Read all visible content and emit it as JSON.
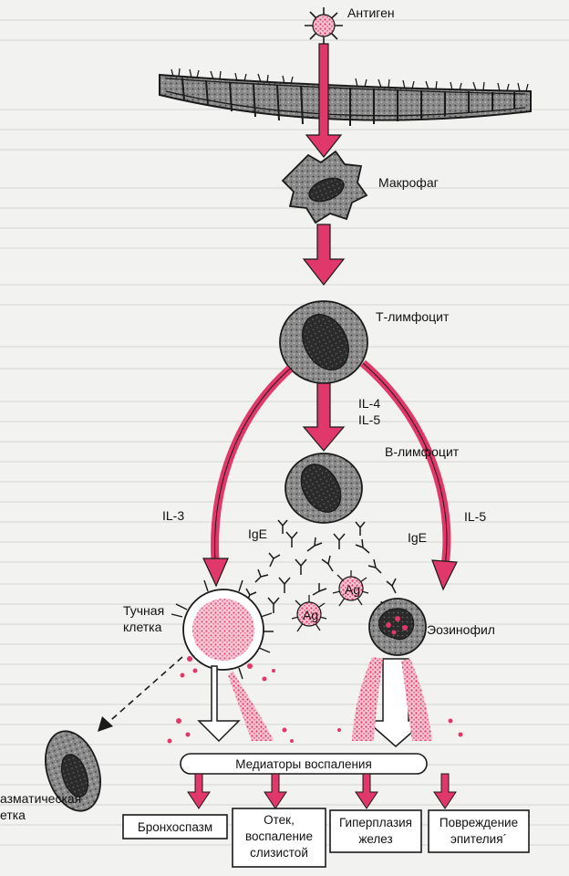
{
  "labels": {
    "antigen": "Антиген",
    "macrophage": "Макрофаг",
    "t_lymphocyte": "Т-лимфоцит",
    "il4": "IL-4",
    "il5_mid": "IL-5",
    "b_lymphocyte": "В-лимфоцит",
    "il3": "IL-3",
    "il5_right": "IL-5",
    "ige_left": "IgE",
    "ige_right": "IgE",
    "ag1": "Ag",
    "ag2": "Ag",
    "mast_cell_line1": "Тучная",
    "mast_cell_line2": "клетка",
    "eosinophil": "Эозинофил",
    "plasma_cell_line1": "азматическая",
    "plasma_cell_line2": "етка",
    "mediators": "Медиаторы воспаления"
  },
  "outcomes": {
    "bronchospasm": "Бронхоспазм",
    "edema_line1": "Отек,",
    "edema_line2": "воспаление",
    "edema_line3": "слизистой",
    "hyperplasia_line1": "Гиперплазия",
    "hyperplasia_line2": "желез",
    "damage_line1": "Повреждение",
    "damage_line2": "эпителия´"
  },
  "colors": {
    "accent": "#e0386a",
    "ink": "#1a1a1a",
    "cell_fill": "#6e6e6e",
    "background": "#f2f2f0"
  }
}
